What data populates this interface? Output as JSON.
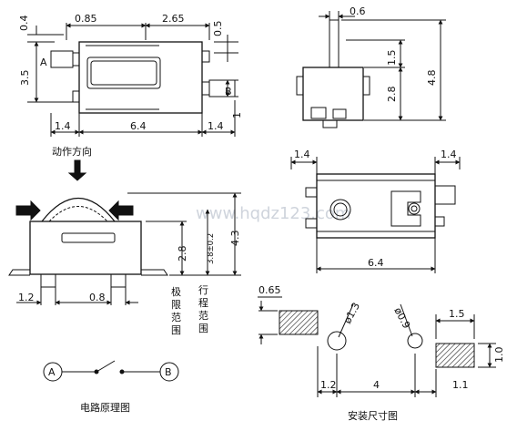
{
  "watermark": "www.hqdz123.com",
  "top_view": {
    "dims": {
      "w085": "0.85",
      "w265": "2.65",
      "h04": "0.4",
      "h05": "0.5",
      "h35": "3.5",
      "h1": "1",
      "w14a": "1.4",
      "w64": "6.4",
      "w14b": "1.4"
    },
    "labels": {
      "a": "A",
      "b": "B"
    }
  },
  "side_view": {
    "dims": {
      "w06": "0.6",
      "h15": "1.5",
      "h28": "2.8",
      "h48": "4.8"
    }
  },
  "action_view": {
    "action_label": "动作方向",
    "dims": {
      "h28": "2.8",
      "h43": "4.3",
      "range": "3.8±0.2",
      "w12": "1.2",
      "w08": "0.8"
    },
    "limit_text": [
      "极",
      "限",
      "范",
      "围"
    ],
    "stroke_text": [
      "行",
      "程",
      "范",
      "围"
    ]
  },
  "bottom_view": {
    "dims": {
      "w14a": "1.4",
      "w14b": "1.4",
      "w64": "6.4"
    }
  },
  "circuit": {
    "node_a": "A",
    "node_b": "B",
    "caption": "电路原理图"
  },
  "mounting": {
    "dims": {
      "w065": "0.65",
      "d13": "ø1.3",
      "d09": "ø0.9",
      "w15": "1.5",
      "h10": "1.0",
      "w12": "1.2",
      "w4": "4",
      "w11": "1.1"
    },
    "caption": "安装尺寸图"
  }
}
